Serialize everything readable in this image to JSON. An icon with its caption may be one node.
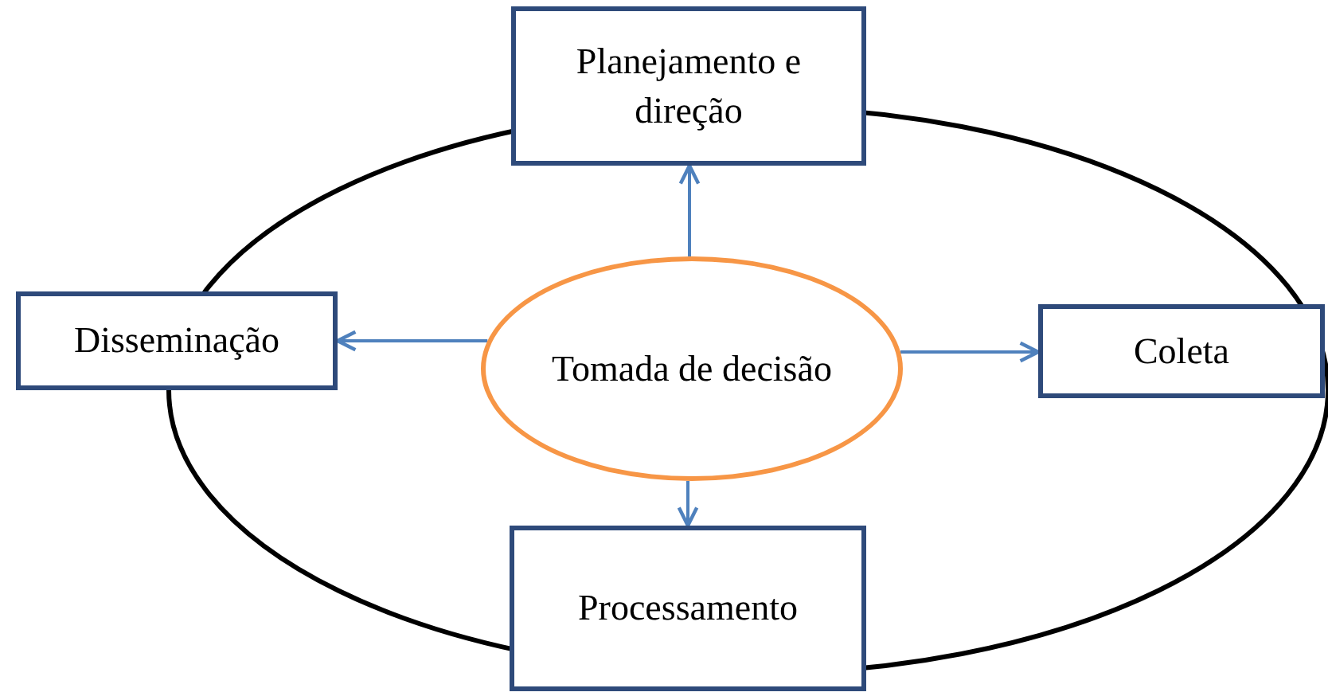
{
  "diagram": {
    "nodes": [
      {
        "text": [
          "Planejamento e direção"
        ]
      },
      {
        "text": [
          "Disseminação"
        ]
      },
      {
        "text": [
          "Tomada de decisão"
        ]
      },
      {
        "text": [
          "Coleta"
        ]
      },
      {
        "text": [
          "Processamento"
        ]
      }
    ],
    "edges": [
      {
        "from": 2,
        "to": 0,
        "arrow": "to"
      },
      {
        "from": 2,
        "to": 1,
        "arrow": "to"
      },
      {
        "from": 2,
        "to": 3,
        "arrow": "to"
      },
      {
        "from": 2,
        "to": 4,
        "arrow": "to"
      }
    ]
  }
}
